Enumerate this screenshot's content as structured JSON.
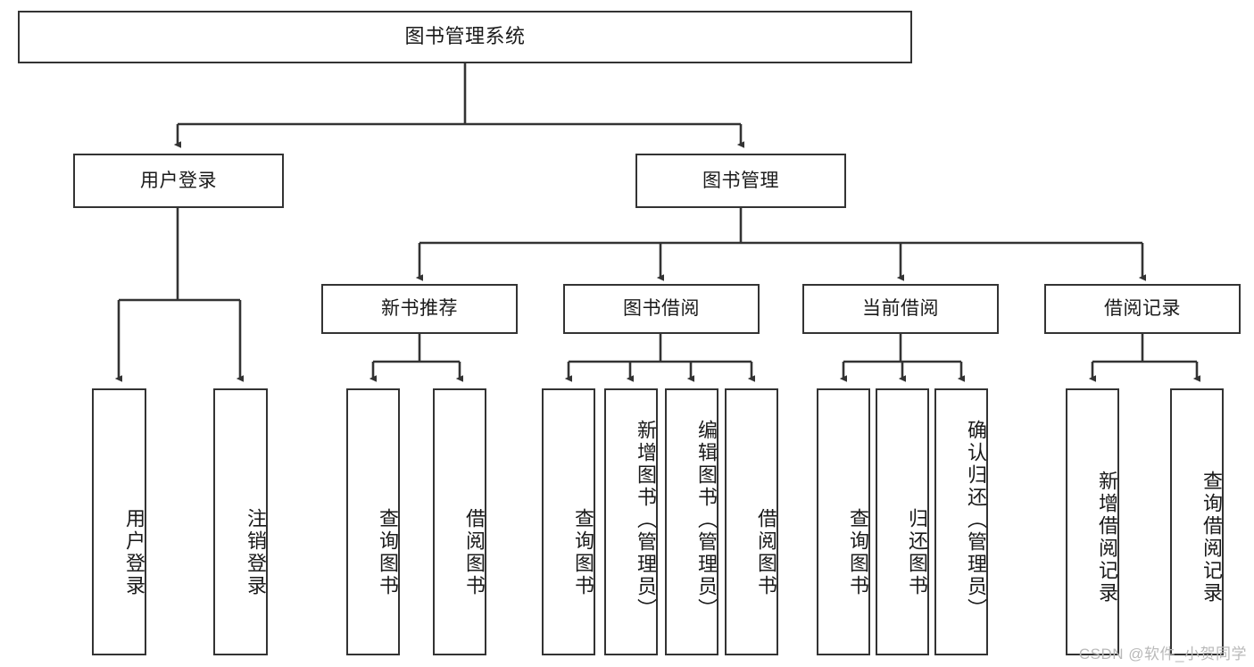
{
  "diagram": {
    "title": "图书管理系统",
    "type": "functional-structure-tree",
    "watermark": "CSDN @软件_小贺同学",
    "colors": {
      "border": "#333333",
      "fill": "#ffffff",
      "text": "#1a1a1a",
      "edge": "#333333",
      "watermark": "#b9b9b9"
    },
    "nodes": {
      "root": {
        "label": "图书管理系统"
      },
      "level2": [
        {
          "id": "user-login",
          "label": "用户登录"
        },
        {
          "id": "book-manage",
          "label": "图书管理"
        }
      ],
      "level3": [
        {
          "id": "new-book-recommend",
          "label": "新书推荐"
        },
        {
          "id": "book-borrow",
          "label": "图书借阅"
        },
        {
          "id": "current-borrow",
          "label": "当前借阅"
        },
        {
          "id": "borrow-record",
          "label": "借阅记录"
        }
      ],
      "leaves": {
        "user-login": [
          {
            "id": "leaf-user-login",
            "label": "用户登录"
          },
          {
            "id": "leaf-user-logout",
            "label": "注销登录"
          }
        ],
        "new-book-recommend": [
          {
            "id": "leaf-query-book-1",
            "label": "查询图书"
          },
          {
            "id": "leaf-borrow-book-1",
            "label": "借阅图书"
          }
        ],
        "book-borrow": [
          {
            "id": "leaf-query-book-2",
            "label": "查询图书"
          },
          {
            "id": "leaf-add-book",
            "label": "新增图书（管理员）"
          },
          {
            "id": "leaf-edit-book",
            "label": "编辑图书（管理员）"
          },
          {
            "id": "leaf-borrow-book-2",
            "label": "借阅图书"
          }
        ],
        "current-borrow": [
          {
            "id": "leaf-query-book-3",
            "label": "查询图书"
          },
          {
            "id": "leaf-return-book",
            "label": "归还图书"
          },
          {
            "id": "leaf-confirm-return",
            "label": "确认归还（管理员）"
          }
        ],
        "borrow-record": [
          {
            "id": "leaf-add-record",
            "label": "新增借阅记录"
          },
          {
            "id": "leaf-query-record",
            "label": "查询借阅记录"
          }
        ]
      }
    }
  }
}
